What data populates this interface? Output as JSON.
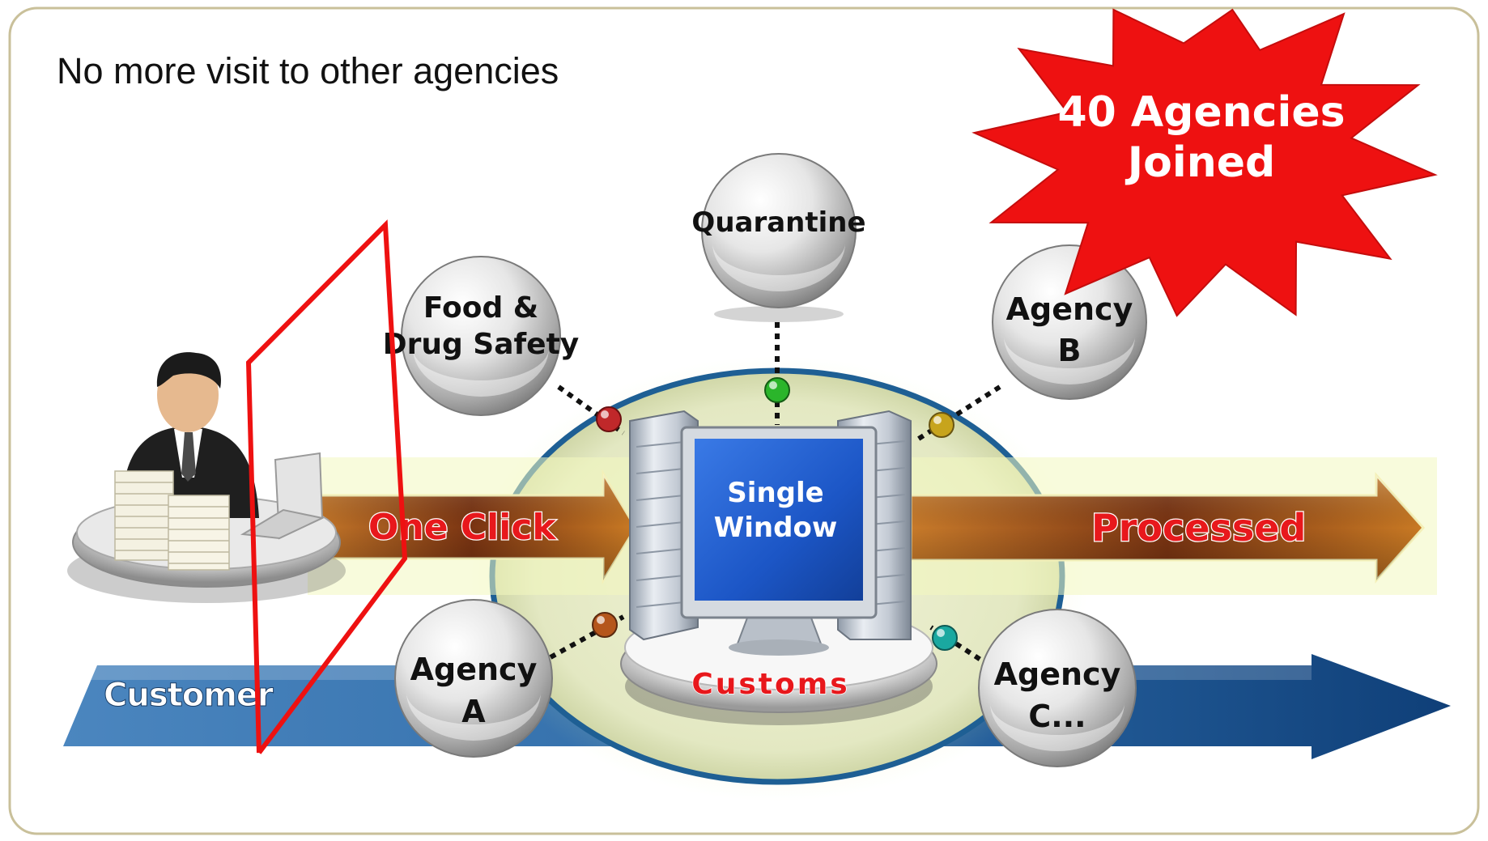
{
  "headline": "No more visit to other agencies",
  "starburst": {
    "line1": "40 Agencies",
    "line2": "Joined"
  },
  "center": {
    "line1": "Single",
    "line2": "Window",
    "base_label": "Customs"
  },
  "agencies": {
    "quarantine": {
      "line1": "Quarantine"
    },
    "food_drug": {
      "line1": "Food &",
      "line2": "Drug Safety"
    },
    "agency_b": {
      "line1": "Agency",
      "line2": "B"
    },
    "agency_a": {
      "line1": "Agency",
      "line2": "A"
    },
    "agency_c": {
      "line1": "Agency",
      "line2": "C..."
    }
  },
  "arrows": {
    "left_label": "One Click",
    "right_label": "Processed",
    "bottom_label": "Customer"
  },
  "colors": {
    "frame_border": "#c9c09a",
    "starburst": "#ee1111",
    "red_line": "#ee1111",
    "brown_arrow": "#a0521a",
    "blue_arrow": "#1a5a99",
    "ellipse_fill": "#e8ecc8",
    "monitor_blue": "#1c56c6"
  }
}
